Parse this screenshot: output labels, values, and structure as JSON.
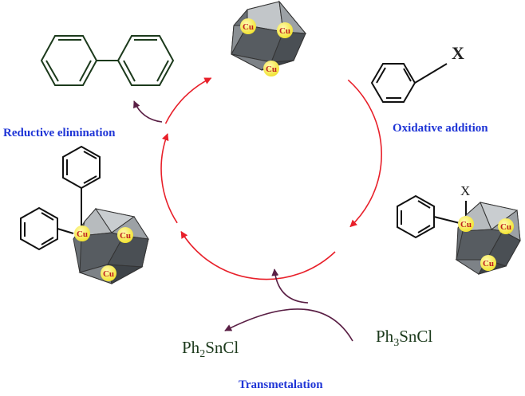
{
  "colors": {
    "cycle_arrow": "#e8202a",
    "side_arrow": "#5a1f45",
    "step_label": "#1f35d6",
    "cluster_dark": "#555b60",
    "cluster_light": "#b9bec2",
    "cu_atom": "#f4e93a",
    "cu_text": "#c0201f",
    "bond": "#111111"
  },
  "icons": [
    "biphenyl-molecule",
    "cu-cluster-icosahedron",
    "aryl-halide-molecule",
    "phenyl-ring"
  ],
  "labels": {
    "reductive_elimination": "Reductive elimination",
    "oxidative_addition": "Oxidative addition",
    "transmetalation": "Transmetalation",
    "x_substituent": "X",
    "cu": "Cu"
  },
  "reagents": {
    "reactant_prefix": "Ph",
    "reactant_sub": "3",
    "reactant_suffix": "SnCl",
    "product_prefix": "Ph",
    "product_sub": "2",
    "product_suffix": "SnCl"
  }
}
